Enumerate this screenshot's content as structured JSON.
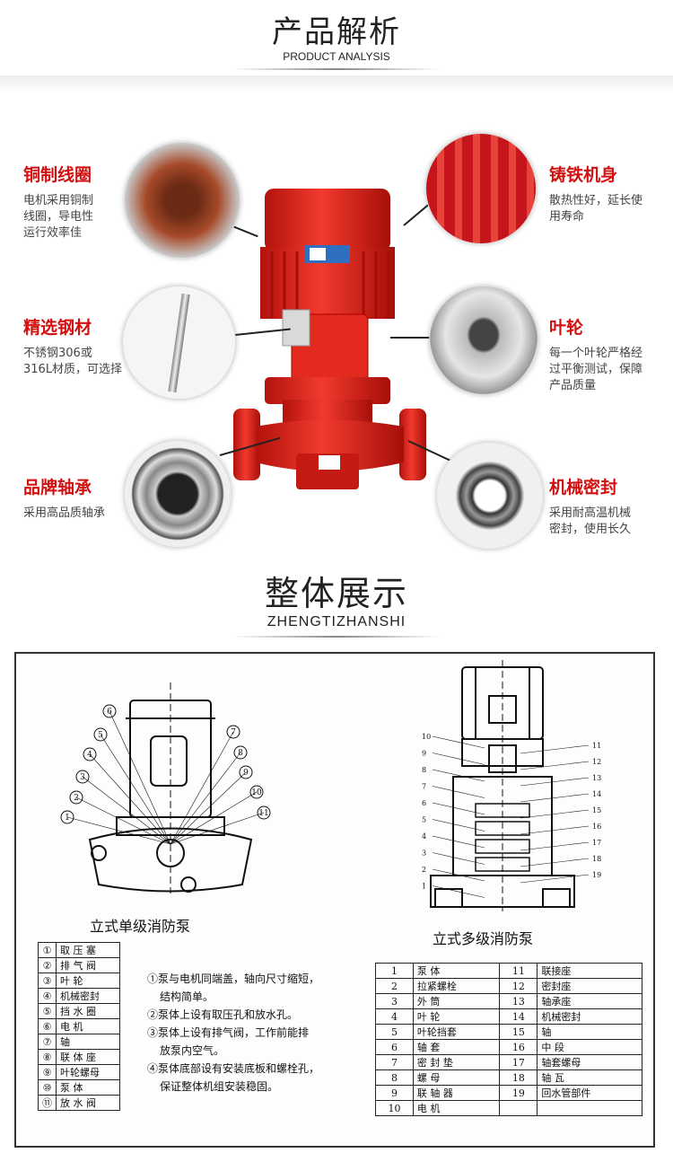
{
  "header": {
    "title_cn": "产品解析",
    "title_en": "PRODUCT ANALYSIS"
  },
  "features": [
    {
      "title": "铜制线圈",
      "desc": [
        "电机采用铜制",
        "线圈，导电性",
        "运行效率佳"
      ],
      "icon": "copper-coil-icon"
    },
    {
      "title": "铸铁机身",
      "desc": [
        "散热性好，延长使",
        "用寿命"
      ],
      "icon": "cast-iron-body-icon"
    },
    {
      "title": "精选钢材",
      "desc": [
        "不锈钢306或",
        "316L材质，可选择"
      ],
      "icon": "steel-shaft-icon"
    },
    {
      "title": "叶轮",
      "desc": [
        "每一个叶轮严格经",
        "过平衡测试，保障",
        "产品质量"
      ],
      "icon": "impeller-icon"
    },
    {
      "title": "品牌轴承",
      "desc": [
        "采用高品质轴承"
      ],
      "icon": "bearing-icon"
    },
    {
      "title": "机械密封",
      "desc": [
        "采用耐高温机械",
        "密封，使用长久"
      ],
      "icon": "mechanical-seal-icon"
    }
  ],
  "section2": {
    "title_cn": "整体展示",
    "title_en": "ZHENGTIZHANSHI"
  },
  "diagram": {
    "single_caption": "立式单级消防泵",
    "multi_caption": "立式多级消防泵",
    "single_labels": [
      "1",
      "2",
      "3",
      "4",
      "5",
      "6",
      "7",
      "8",
      "9",
      "10",
      "11"
    ],
    "multi_labels_left": [
      "10",
      "9",
      "8",
      "7",
      "6",
      "5",
      "4",
      "3",
      "2",
      "1"
    ],
    "multi_labels_right": [
      "11",
      "12",
      "13",
      "14",
      "15",
      "16",
      "17",
      "18",
      "19"
    ]
  },
  "single_parts": [
    {
      "num": "①",
      "name": "取 压 塞"
    },
    {
      "num": "②",
      "name": "排 气 阀"
    },
    {
      "num": "③",
      "name": "叶    轮"
    },
    {
      "num": "④",
      "name": "机械密封"
    },
    {
      "num": "⑤",
      "name": "挡 水 圈"
    },
    {
      "num": "⑥",
      "name": "电    机"
    },
    {
      "num": "⑦",
      "name": "轴"
    },
    {
      "num": "⑧",
      "name": "联 体 座"
    },
    {
      "num": "⑨",
      "name": "叶轮螺母"
    },
    {
      "num": "⑩",
      "name": "泵    体"
    },
    {
      "num": "⑪",
      "name": "放 水 阀"
    }
  ],
  "notes": [
    "①泵与电机同端盖，轴向尺寸缩短，",
    "结构简单。",
    "②泵体上设有取压孔和放水孔。",
    "③泵体上设有排气阀，工作前能排",
    "放泵内空气。",
    "④泵体底部设有安装底板和螺栓孔，",
    "保证整体机组安装稳固。"
  ],
  "multi_parts": [
    [
      "1",
      "泵    体",
      "11",
      "联接座"
    ],
    [
      "2",
      "拉紧螺栓",
      "12",
      "密封座"
    ],
    [
      "3",
      "外    筒",
      "13",
      "轴承座"
    ],
    [
      "4",
      "叶    轮",
      "14",
      "机械密封"
    ],
    [
      "5",
      "叶轮挡套",
      "15",
      "轴"
    ],
    [
      "6",
      "轴    套",
      "16",
      "中    段"
    ],
    [
      "7",
      "密 封 垫",
      "17",
      "轴套螺母"
    ],
    [
      "8",
      "螺    母",
      "18",
      "轴    瓦"
    ],
    [
      "9",
      "联 轴 器",
      "19",
      "回水管部件"
    ],
    [
      "10",
      "电    机",
      "",
      ""
    ]
  ],
  "colors": {
    "accent": "#d21010",
    "pump_red": "#e3221c"
  }
}
